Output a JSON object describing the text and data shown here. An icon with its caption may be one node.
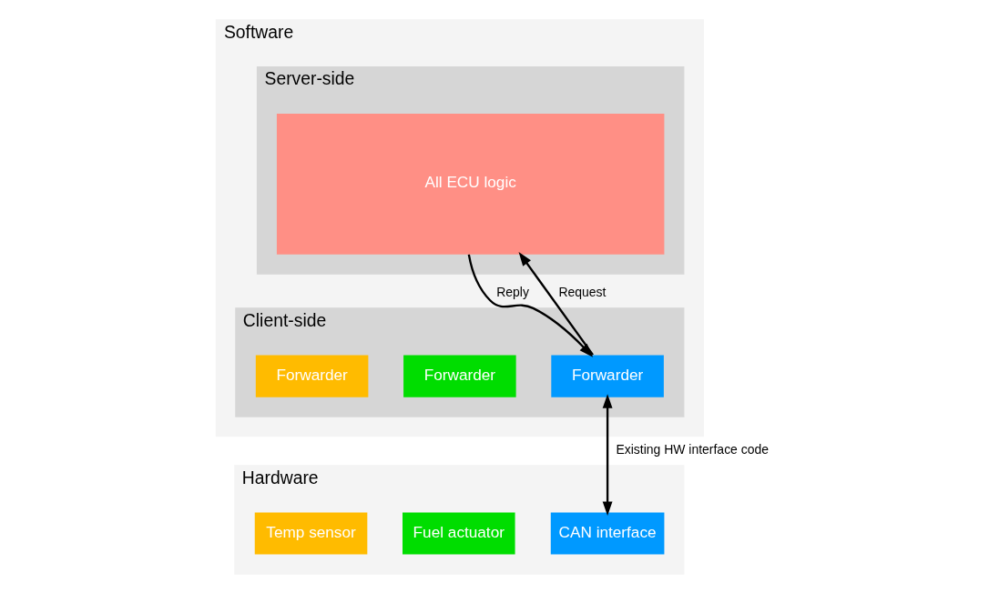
{
  "diagram": {
    "nodes": [
      {
        "text": [
          "Software"
        ]
      },
      {
        "text": [
          "Server-side"
        ],
        "in": 0
      },
      {
        "text": [
          "All ECU logic"
        ],
        "in": 1
      },
      {
        "text": [
          "Client-side"
        ],
        "in": 0
      },
      {
        "text": [
          "Forwarder"
        ],
        "in": 3
      },
      {
        "text": [
          "Forwarder"
        ],
        "in": 3
      },
      {
        "text": [
          "Forwarder"
        ],
        "in": 3
      },
      {
        "text": [
          "Hardware"
        ]
      },
      {
        "text": [
          "CAN interface"
        ],
        "in": 7
      },
      {
        "text": [
          "Fuel actuator"
        ],
        "in": 7
      },
      {
        "text": [
          "Temp sensor"
        ],
        "in": 7
      }
    ],
    "edges": [
      {
        "from": 4,
        "to": 2,
        "arrow": "to",
        "label": "Request"
      },
      {
        "from": 2,
        "to": 4,
        "arrow": "to",
        "label": "Reply"
      },
      {
        "from": 4,
        "to": 8,
        "arrow": "both",
        "label": "Existing HW interface code"
      }
    ]
  }
}
